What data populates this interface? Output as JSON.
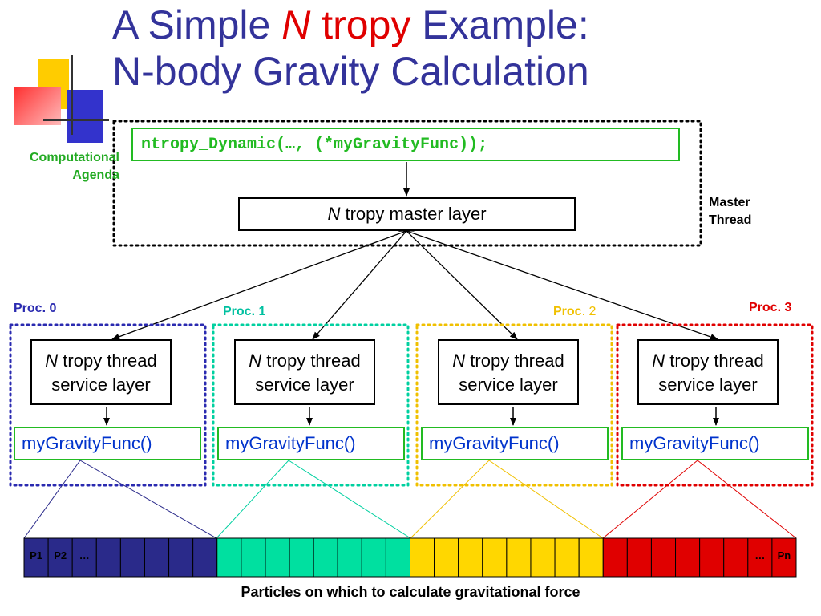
{
  "title": {
    "line1_a": "A Simple ",
    "line1_n": "N",
    "line1_tropy": " tropy",
    "line1_b": " Example:",
    "line2": "N-body Gravity Calculation"
  },
  "code_line": "ntropy_Dynamic(…, (*myGravityFunc));",
  "labels": {
    "computational_agenda_1": "Computational",
    "computational_agenda_2": "Agenda",
    "master_thread_1": "Master",
    "master_thread_2": "Thread"
  },
  "master_layer": {
    "n": "N",
    "rest": " tropy master layer"
  },
  "processors": [
    {
      "label_a": "Proc. 0",
      "label_b": "",
      "color": "#2a2ab0",
      "service_n": "N",
      "service_rest": " tropy thread",
      "service_line2": "service layer",
      "func": "myGravityFunc()"
    },
    {
      "label_a": "Proc. 1",
      "label_b": "",
      "color": "#00d0a0",
      "service_n": "N",
      "service_rest": " tropy thread",
      "service_line2": "service layer",
      "func": "myGravityFunc()"
    },
    {
      "label_a": "Proc",
      "label_b": ". 2",
      "color": "#f0c000",
      "service_n": "N",
      "service_rest": " tropy thread",
      "service_line2": "service layer",
      "func": "myGravityFunc()"
    },
    {
      "label_a": "Proc. 3",
      "label_b": "",
      "color": "#e00000",
      "service_n": "N",
      "service_rest": " tropy thread",
      "service_line2": "service layer",
      "func": "myGravityFunc()"
    }
  ],
  "particles": {
    "cell_colors": [
      "#2a2a8a",
      "#00e0a0",
      "#ffd700",
      "#e00000"
    ],
    "labels": [
      "P1",
      "P2",
      "…",
      "…",
      "Pn"
    ]
  },
  "caption": "Particles on which to calculate gravitational force"
}
